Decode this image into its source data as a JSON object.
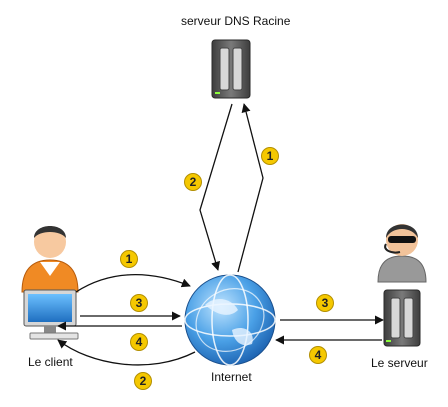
{
  "labels": {
    "root_server": "serveur DNS Racine",
    "client": "Le client",
    "internet": "Internet",
    "server": "Le serveur"
  },
  "steps": {
    "root_up": "1",
    "root_down": "2",
    "client_to_internet": "1",
    "client_request": "3",
    "client_response": "4",
    "internet_to_client": "2",
    "internet_to_server": "3",
    "server_to_internet": "4"
  },
  "colors": {
    "badge": "#f5c800",
    "arrow": "#111111",
    "globe": "#3f8fd6",
    "server": "#5a5a5a",
    "client_shirt": "#f08a24",
    "monitor": "#2b84d6"
  }
}
